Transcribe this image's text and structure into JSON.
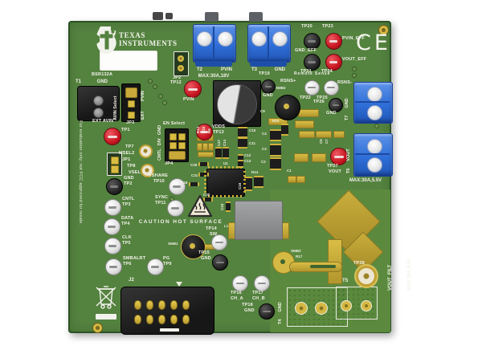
{
  "brand": {
    "line1": "TEXAS",
    "line2": "INSTRUMENTS"
  },
  "board": {
    "part_number": "BSR132A",
    "ce_mark": "CE",
    "disclaimer": "For evaluation only; not FCC approved for resale.",
    "caution": "CAUTION HOT SURFACE",
    "remote_sense": "Remote Sense"
  },
  "terminals": [
    {
      "id": "T2",
      "signal": "PVIN",
      "rating": "MAX:30A,18V"
    },
    {
      "id": "T3",
      "signal": "GND",
      "rating": ""
    },
    {
      "id": "T7",
      "signal": "GND",
      "rating": ""
    },
    {
      "id": "T6",
      "signal": "VOUT",
      "rating": "MAX:30A,5.5V"
    }
  ],
  "connectors": [
    {
      "id": "T1",
      "signal": "GND"
    },
    {
      "id": "J2",
      "signal": ""
    },
    {
      "id": "T4",
      "signal": "GND"
    },
    {
      "id": "T5",
      "signal": ""
    }
  ],
  "output_filter": {
    "label": "VOUT_FILT",
    "rating": "MAX:30A,5.5V"
  },
  "jumpers": [
    {
      "id": "JP1",
      "title": "",
      "options": []
    },
    {
      "id": "JP2",
      "title": "",
      "options": []
    },
    {
      "id": "JP3",
      "title": "AVIN Select",
      "options": [
        "PVIN",
        "EXT"
      ]
    },
    {
      "id": "JP4",
      "title": "EN Select",
      "options": [
        "CNTL",
        "DIV",
        "GND"
      ]
    }
  ],
  "test_points": [
    {
      "id": "TP1",
      "signal": "EXT AVIN",
      "color": "red"
    },
    {
      "id": "TP2",
      "signal": "GND",
      "color": "black"
    },
    {
      "id": "TP3",
      "signal": "CNTL",
      "color": "white"
    },
    {
      "id": "TP4",
      "signal": "DATA",
      "color": "white"
    },
    {
      "id": "TP5",
      "signal": "CLK",
      "color": "white"
    },
    {
      "id": "TP6",
      "signal": "SMBALRT",
      "color": "white"
    },
    {
      "id": "TP7",
      "signal": "MSEL2",
      "color": "gold"
    },
    {
      "id": "TP8",
      "signal": "VSEL",
      "color": "gold"
    },
    {
      "id": "TP9",
      "signal": "PG",
      "color": "white"
    },
    {
      "id": "TP10",
      "signal": "VSHARE",
      "color": "white"
    },
    {
      "id": "TP11",
      "signal": "SYNC",
      "color": "white"
    },
    {
      "id": "TP12",
      "signal": "PVIN",
      "color": "red"
    },
    {
      "id": "TP13",
      "signal": "VDDS",
      "color": "red"
    },
    {
      "id": "TP14",
      "signal": "SW",
      "color": "white"
    },
    {
      "id": "TP15",
      "signal": "GND",
      "color": "black"
    },
    {
      "id": "TP16",
      "signal": "CH_A",
      "color": "white"
    },
    {
      "id": "TP17",
      "signal": "CH_B",
      "color": "white"
    },
    {
      "id": "TP18",
      "signal": "GND",
      "color": "black"
    },
    {
      "id": "TP19",
      "signal": "GND",
      "color": "black"
    },
    {
      "id": "TP20",
      "signal": "GND_EFF",
      "color": "black"
    },
    {
      "id": "TP21",
      "signal": "",
      "color": "black"
    },
    {
      "id": "TP22",
      "signal": "RSNS+",
      "color": "white"
    },
    {
      "id": "TP23",
      "signal": "PVIN_EFF",
      "color": "red"
    },
    {
      "id": "TP24",
      "signal": "VOUT_EFF",
      "color": "red"
    },
    {
      "id": "TP25",
      "signal": "RSNS-",
      "color": "white"
    },
    {
      "id": "TP26",
      "signal": "GND",
      "color": "black"
    },
    {
      "id": "TP27",
      "signal": "VOUT",
      "color": "red"
    },
    {
      "id": "TP28",
      "signal": "",
      "color": "gold"
    }
  ],
  "components": [
    {
      "ref": "C1"
    },
    {
      "ref": "C2"
    },
    {
      "ref": "C3"
    },
    {
      "ref": "C4"
    },
    {
      "ref": "C6"
    },
    {
      "ref": "C7"
    },
    {
      "ref": "C9"
    },
    {
      "ref": "C10"
    },
    {
      "ref": "C11"
    },
    {
      "ref": "C12"
    },
    {
      "ref": "C13"
    },
    {
      "ref": "C14"
    },
    {
      "ref": "C16"
    },
    {
      "ref": "C18"
    },
    {
      "ref": "C27"
    },
    {
      "ref": "C29"
    },
    {
      "ref": "C30"
    },
    {
      "ref": "C31"
    },
    {
      "ref": "L1"
    },
    {
      "ref": "R8"
    },
    {
      "ref": "R10"
    },
    {
      "ref": "R12"
    },
    {
      "ref": "R14"
    },
    {
      "ref": "R17"
    },
    {
      "ref": "R18"
    },
    {
      "ref": "R23"
    },
    {
      "ref": "SMB1"
    },
    {
      "ref": "SMB2"
    },
    {
      "ref": "SMB3"
    },
    {
      "ref": "U1"
    }
  ]
}
